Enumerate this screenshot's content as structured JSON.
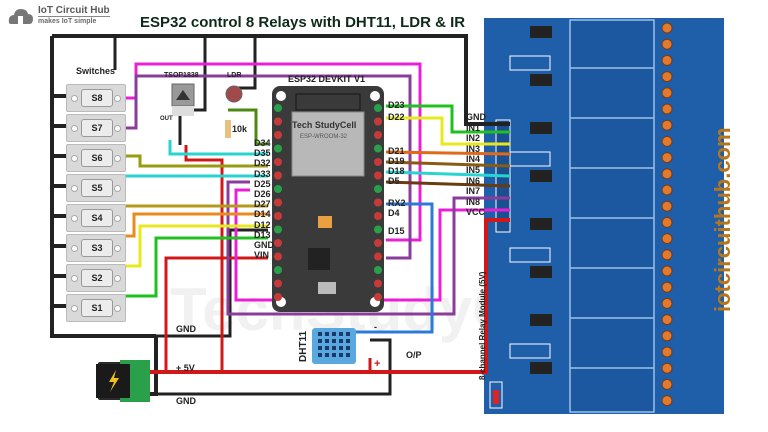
{
  "brand": {
    "name": "IoT Circuit Hub",
    "tagline": "makes IoT simple",
    "website": "iotcircuithub.com"
  },
  "title": "ESP32 control 8 Relays with DHT11, LDR & IR",
  "components": {
    "switches": {
      "label": "Switches",
      "items": [
        "S8",
        "S7",
        "S6",
        "S5",
        "S4",
        "S3",
        "S2",
        "S1"
      ]
    },
    "ir_receiver": {
      "label": "TSOP1838",
      "pins": [
        "OUT",
        "-",
        "+"
      ]
    },
    "ldr": {
      "label": "LDR",
      "resistor": "10k"
    },
    "esp32": {
      "label": "ESP32 DEVKIT V1",
      "module_brand": "Tech StudyCell",
      "module_model": "ESP-WROOM-32",
      "left_pins": [
        "D34",
        "D35",
        "D32",
        "D33",
        "D25",
        "D26",
        "D27",
        "D14",
        "D12",
        "D13",
        "GND",
        "VIN"
      ],
      "right_pins": [
        "D23",
        "D22",
        "D21",
        "D19",
        "D18",
        "D5",
        "RX2",
        "D4",
        "D15"
      ]
    },
    "relay_module": {
      "label": "8-channel Relay Module (5V)",
      "pins": [
        "GND",
        "IN1",
        "IN2",
        "IN3",
        "IN4",
        "IN5",
        "IN6",
        "IN7",
        "IN8",
        "VCC"
      ]
    },
    "dht11": {
      "label": "DHT11",
      "pins": [
        "-",
        "O/P",
        "+"
      ]
    },
    "power": {
      "plus_label": "+ 5V",
      "gnd_label": "GND",
      "gnd_top_label": "GND"
    }
  },
  "colors": {
    "relay_board": "#1f5ea8",
    "esp_board": "#3a3a3a",
    "site_text": "#b6761c",
    "title_text": "#0f2a1a"
  }
}
